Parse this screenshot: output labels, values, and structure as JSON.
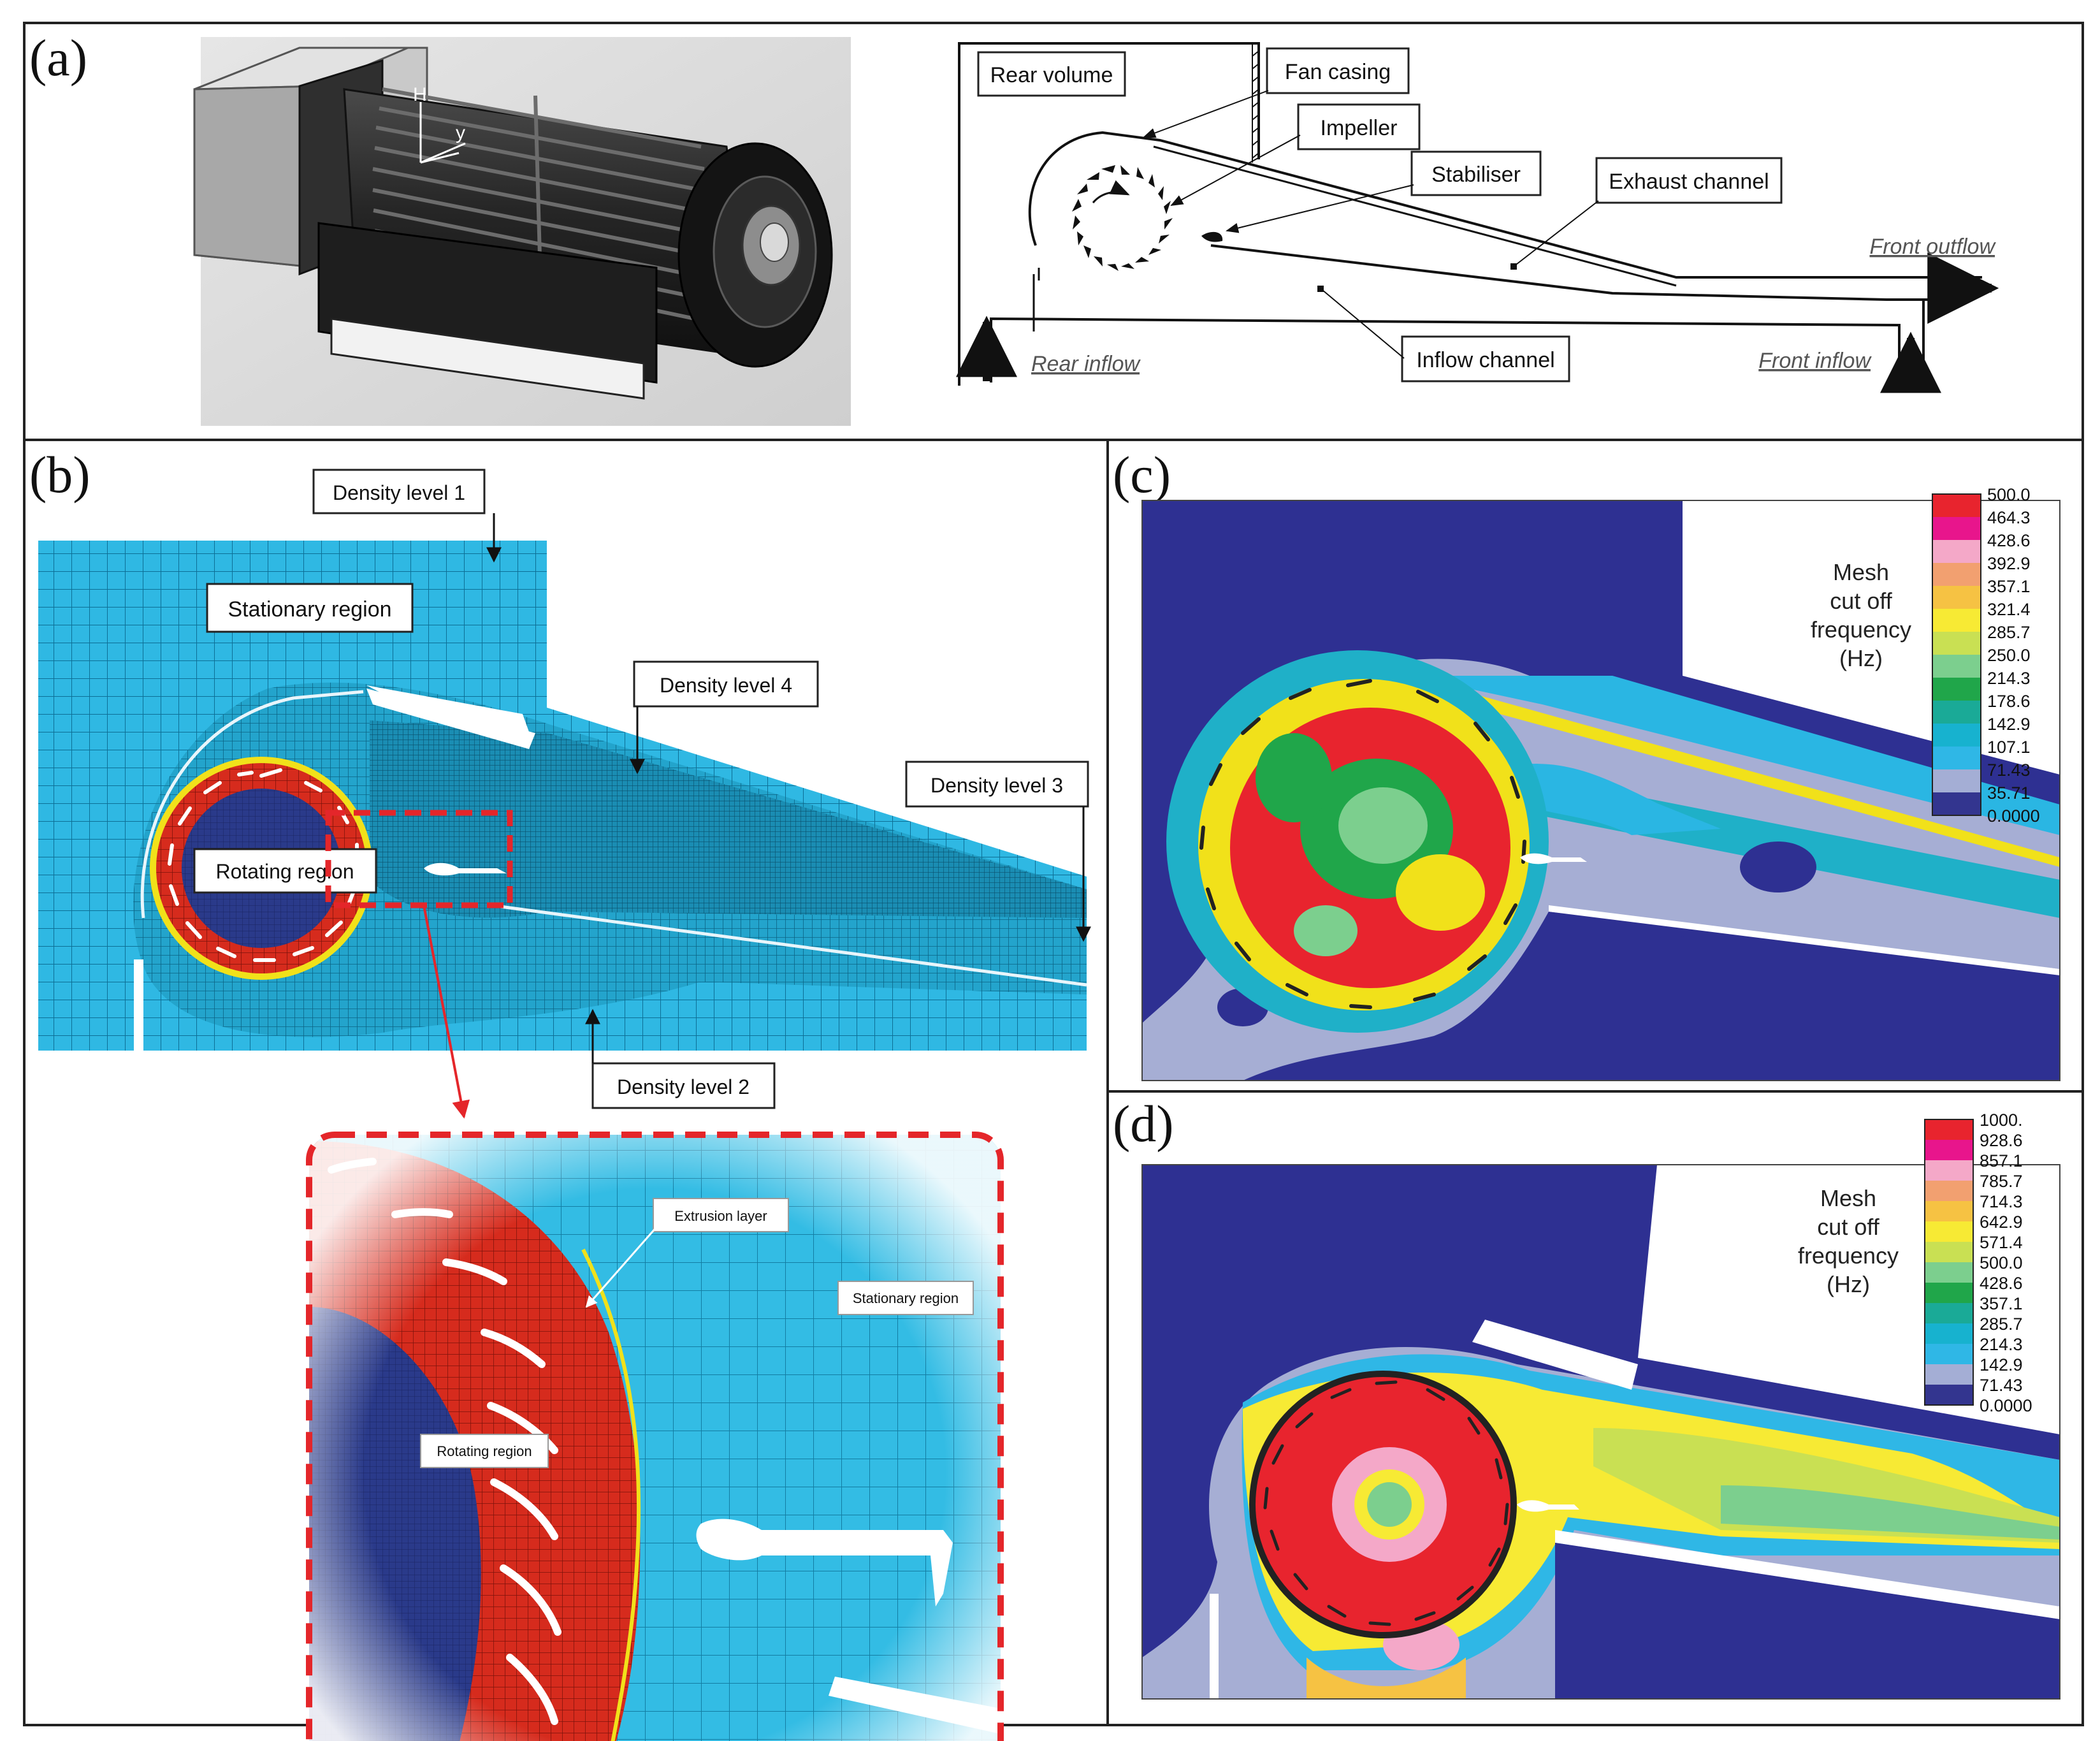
{
  "panels": {
    "a": {
      "tag": "(a)"
    },
    "b": {
      "tag": "(b)"
    },
    "c": {
      "tag": "(c)"
    },
    "d": {
      "tag": "(d)"
    }
  },
  "schematic": {
    "rear_volume": "Rear volume",
    "fan_casing": "Fan casing",
    "impeller": "Impeller",
    "stabiliser": "Stabiliser",
    "exhaust_channel": "Exhaust channel",
    "front_outflow": "Front outflow",
    "rear_inflow": "Rear inflow",
    "inflow_channel": "Inflow channel",
    "front_inflow": "Front inflow"
  },
  "model3d": {
    "axis_h": "H",
    "axis_y": "y"
  },
  "mesh": {
    "density_level_1": "Density level 1",
    "stationary_region": "Stationary region",
    "density_level_4": "Density level 4",
    "density_level_3": "Density level 3",
    "rotating_region": "Rotating region",
    "density_level_2": "Density level 2",
    "zoom_extrusion_layer": "Extrusion layer",
    "zoom_stationary_region": "Stationary region",
    "zoom_rotating_region": "Rotating region"
  },
  "legend_c": {
    "title_lines": [
      "Mesh",
      "cut off",
      "frequency",
      "(Hz)"
    ],
    "values": [
      "500.0",
      "464.3",
      "428.6",
      "392.9",
      "357.1",
      "321.4",
      "285.7",
      "250.0",
      "214.3",
      "178.6",
      "142.9",
      "107.1",
      "71.43",
      "35.71",
      "0.0000"
    ]
  },
  "legend_d": {
    "title_lines": [
      "Mesh",
      "cut off",
      "frequency",
      "(Hz)"
    ],
    "values": [
      "1000.",
      "928.6",
      "857.1",
      "785.7",
      "714.3",
      "642.9",
      "571.4",
      "500.0",
      "428.6",
      "357.1",
      "285.7",
      "214.3",
      "142.9",
      "71.43",
      "0.0000"
    ]
  },
  "colors": {
    "scale": [
      "#e8242e",
      "#e8158c",
      "#f4a8c8",
      "#f2a070",
      "#f6c243",
      "#f7ea34",
      "#c9e053",
      "#7ccf8e",
      "#20a64a",
      "#1aaa97",
      "#17b2cf",
      "#2fb7e6",
      "#a4aed5",
      "#33358f"
    ],
    "mesh_blue": "#2db5e0",
    "mesh_dark": "#0f7fa8",
    "rotor_red": "#d52b1e",
    "rotor_core": "#2c3a8c",
    "ring_yellow": "#f1e11a",
    "zoom_border": "#e4262a",
    "background_navy": "#2e3092"
  }
}
